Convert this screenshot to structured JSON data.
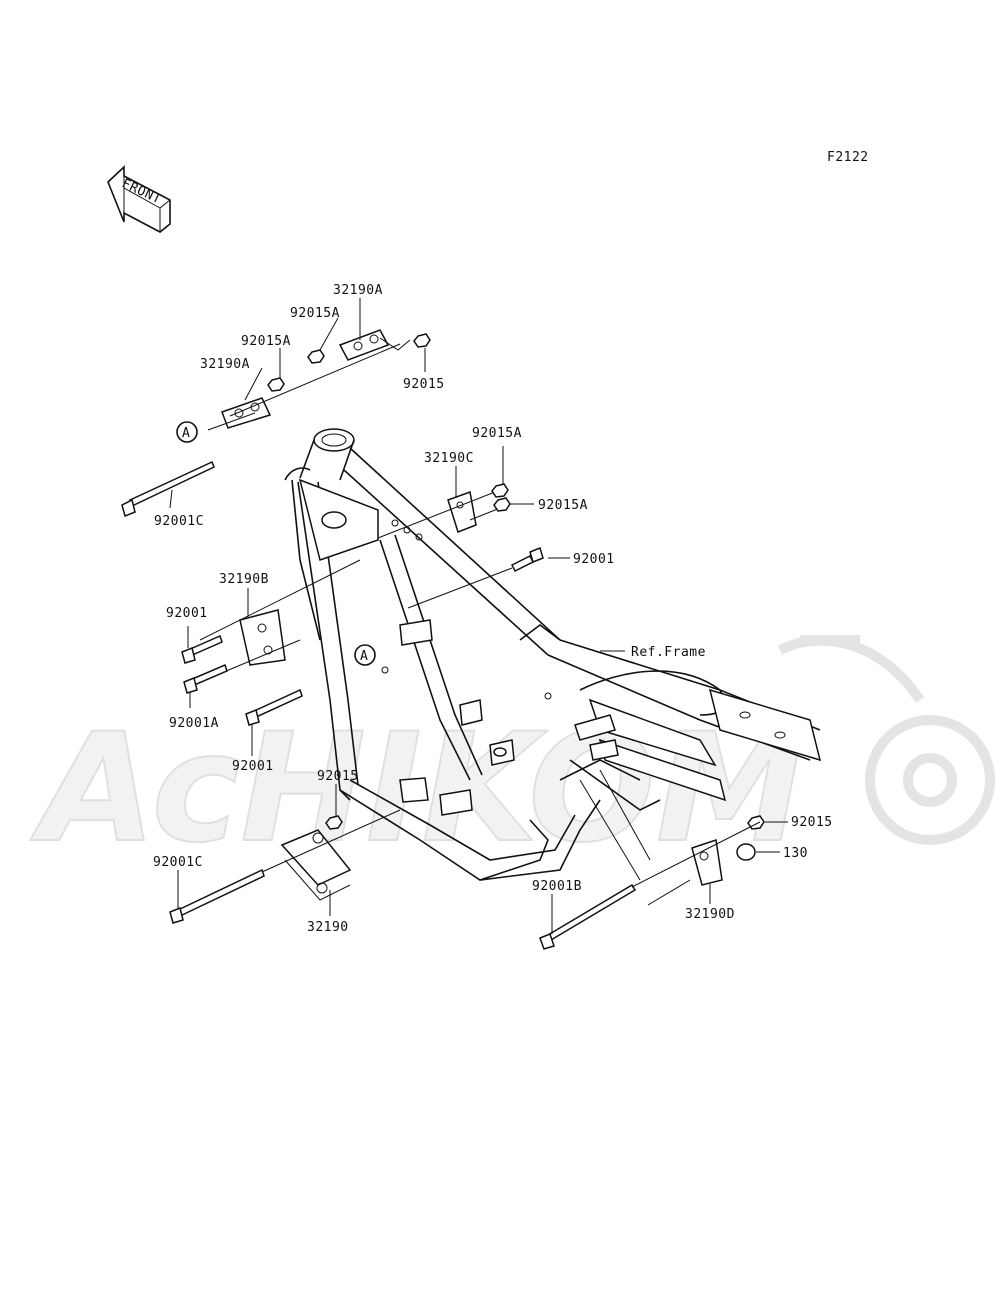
{
  "figure_code": "F2122",
  "direction_tag": "FRONT",
  "watermark": "AcHIKOM",
  "reference_marker": "A",
  "callouts": {
    "c_32190A_top": "32190A",
    "c_92015A_top": "92015A",
    "c_92015A_left": "92015A",
    "c_32190A_left": "32190A",
    "c_92015_top": "92015",
    "c_92001C_top": "92001C",
    "c_92015A_right1": "92015A",
    "c_32190C": "32190C",
    "c_92015A_right2": "92015A",
    "c_92001_right": "92001",
    "c_32190B": "32190B",
    "c_92001_left": "92001",
    "c_ref_frame": "Ref.Frame",
    "c_92001A": "92001A",
    "c_92001_mid": "92001",
    "c_92015_mid": "92015",
    "c_92001C_bottom": "92001C",
    "c_32190": "32190",
    "c_92001B": "92001B",
    "c_92015_right": "92015",
    "c_130": "130",
    "c_32190D": "32190D"
  }
}
